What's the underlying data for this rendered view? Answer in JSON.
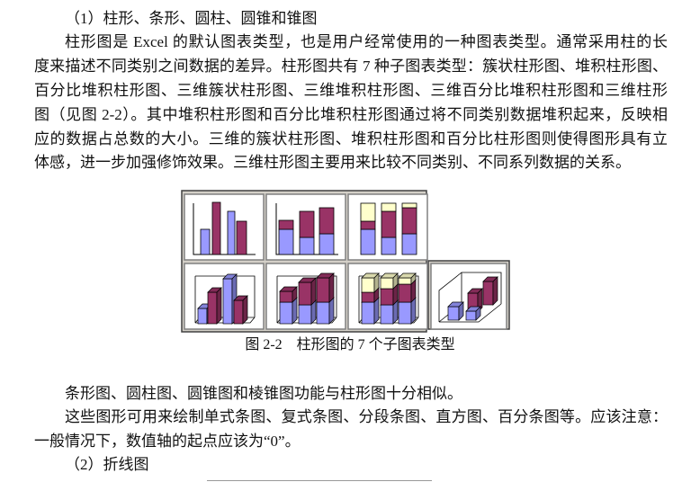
{
  "section1": {
    "heading": "（1）柱形、条形、圆柱、圆锥和锥图",
    "paragraph_lines": [
      "柱形图是 Excel 的默认图表类型，也是用户经常使用的一种图表类型。通常采用柱的长",
      "度来描述不同类别之间数据的差异。柱形图共有 7 种子图表类型：簇状柱形图、堆积柱形图、",
      "百分比堆积柱形图、三维簇状柱形图、三维堆积柱形图、三维百分比堆积柱形图和三维柱形",
      "图（见图 2-2）。其中堆积柱形图和百分比堆积柱形图通过将不同类别数据堆积起来，反映相",
      "应的数据占总数的大小。三维的簇状柱形图、堆积柱形图和百分比柱形图则使得图形具有立",
      "体感，进一步加强修饰效果。三维柱形图主要用来比较不同类别、不同系列数据的关系。"
    ]
  },
  "figure": {
    "caption": "图 2-2　柱形图的 7 个子图表类型",
    "colors": {
      "series1": "#9999ff",
      "series2": "#993366",
      "series3": "#ffffcc",
      "frame": "#808080"
    }
  },
  "section1_after": {
    "paragraph1": "条形图、圆柱图、圆锥图和棱锥图功能与柱形图十分相似。",
    "paragraph2_lines": [
      "这些图形可用来绘制单式条图、复式条图、分段条图、直方图、百分条图等。应该注意：",
      "一般情况下，数值轴的起点应该为“0”。"
    ]
  },
  "section2": {
    "heading": "（2）折线图"
  }
}
